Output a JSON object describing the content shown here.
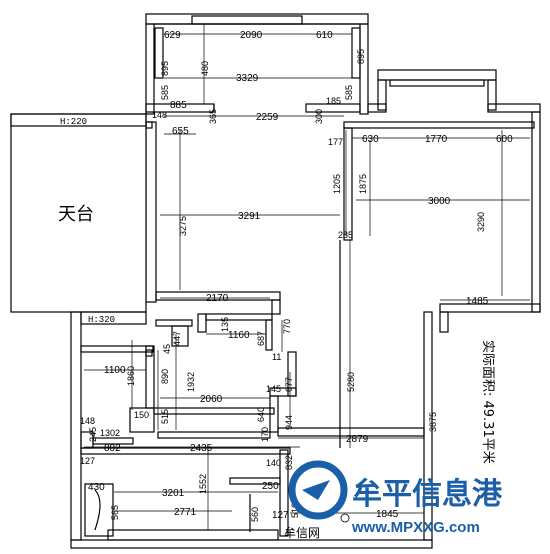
{
  "plan": {
    "room_terrace": "天台",
    "height_top": "H:220",
    "height_bottom": "H:320",
    "area_text": "实际面积: 49.31平米",
    "dims": {
      "d629": "629",
      "d2090": "2090",
      "d610": "610",
      "d895a": "895",
      "d480": "480",
      "d895b": "895",
      "d3329": "3329",
      "d585a": "585",
      "d885": "885",
      "d185": "185",
      "d585b": "585",
      "d148": "148",
      "d365": "365",
      "d2259": "2259",
      "d300": "300",
      "d177": "177",
      "d655": "655",
      "d630": "630",
      "d1770": "1770",
      "d600": "600",
      "d1205": "1205",
      "d1875": "1875",
      "d3000": "3000",
      "d3290": "3290",
      "d3275": "3275",
      "d3291": "3291",
      "d285": "285",
      "d2170": "2170",
      "d1485": "1485",
      "d135": "135",
      "d1160": "1160",
      "d687": "687",
      "d770": "770",
      "d11": "11",
      "d447": "447",
      "d45": "45",
      "d1100": "1100",
      "d1860": "1860",
      "d890": "890",
      "d1932": "1932",
      "d145": "145",
      "d677": "677",
      "d5280": "5280",
      "d2060": "2060",
      "d640": "640",
      "d944": "944",
      "d3875": "3875",
      "d148b": "148",
      "d150": "150",
      "d515": "515",
      "d1302": "1302",
      "d245": "245",
      "d170": "170",
      "d2879": "2879",
      "d802": "802",
      "d2435": "2435",
      "d127": "127",
      "d140": "140",
      "d832": "832",
      "d430": "430",
      "d3201": "3201",
      "d1552": "1552",
      "d250": "250",
      "d560": "560",
      "d2771": "2771",
      "d127b": "127",
      "d1845": "1845",
      "d565": "565",
      "d516": "516"
    }
  },
  "watermark": {
    "name": "牟平信息港",
    "url": "www.MPXXG.com",
    "small": "牟信网"
  }
}
